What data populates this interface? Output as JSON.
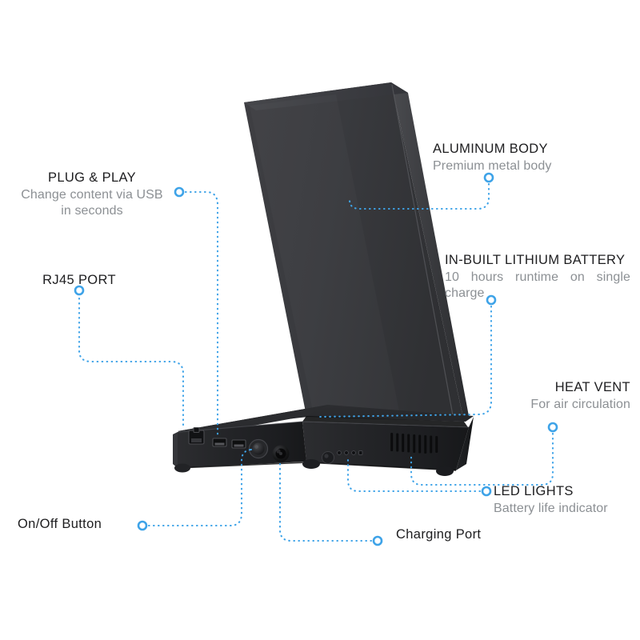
{
  "diagram": {
    "title": "Digital display stand product feature callout diagram",
    "accent_color": "#3ea3e8",
    "title_color": "#1d1d1f",
    "subtitle_color": "#8c9094",
    "background_color": "#ffffff"
  },
  "device": {
    "name": "Digital signage display stand",
    "body_color": "#3a3a3d",
    "base_color": "#2b2b2e",
    "shadow_color": "#1a1a1c",
    "ports": [
      {
        "name": "rj45-jack",
        "label": "RJ45 network jack"
      },
      {
        "name": "usb-port-1",
        "label": "USB port"
      },
      {
        "name": "usb-port-2",
        "label": "USB port"
      },
      {
        "name": "power-button",
        "label": "Round power button"
      },
      {
        "name": "charging-jack",
        "label": "DC barrel charging jack"
      },
      {
        "name": "small-button",
        "label": "Small side button"
      },
      {
        "name": "led-indicators",
        "label": "LED battery indicator dots"
      },
      {
        "name": "heat-vent",
        "label": "Heat vent slots"
      }
    ],
    "led_count": 4,
    "vent_slot_count": 9
  },
  "callouts": [
    {
      "id": "plug-and-play",
      "title": "PLUG & PLAY",
      "subtitle": "Change content via USB in seconds",
      "side": "left",
      "align": "center"
    },
    {
      "id": "rj45-port",
      "title": "RJ45 PORT",
      "subtitle": "",
      "side": "left",
      "align": "center"
    },
    {
      "id": "on-off-button",
      "title": "On/Off Button",
      "subtitle": "",
      "side": "left",
      "align": "left"
    },
    {
      "id": "charging-port",
      "title": "Charging Port",
      "subtitle": "",
      "side": "bottom",
      "align": "left"
    },
    {
      "id": "aluminum-body",
      "title": "ALUMINUM BODY",
      "subtitle": "Premium metal body",
      "side": "right",
      "align": "left"
    },
    {
      "id": "in-built-lithium-battery",
      "title": "IN-BUILT LITHIUM BATTERY",
      "subtitle": "10 hours runtime on single charge",
      "side": "right",
      "align": "left"
    },
    {
      "id": "heat-vent",
      "title": "HEAT VENT",
      "subtitle": "For air circulation",
      "side": "right",
      "align": "right"
    },
    {
      "id": "led-lights",
      "title": "LED LIGHTS",
      "subtitle": "Battery life indicator",
      "side": "right",
      "align": "left"
    }
  ]
}
